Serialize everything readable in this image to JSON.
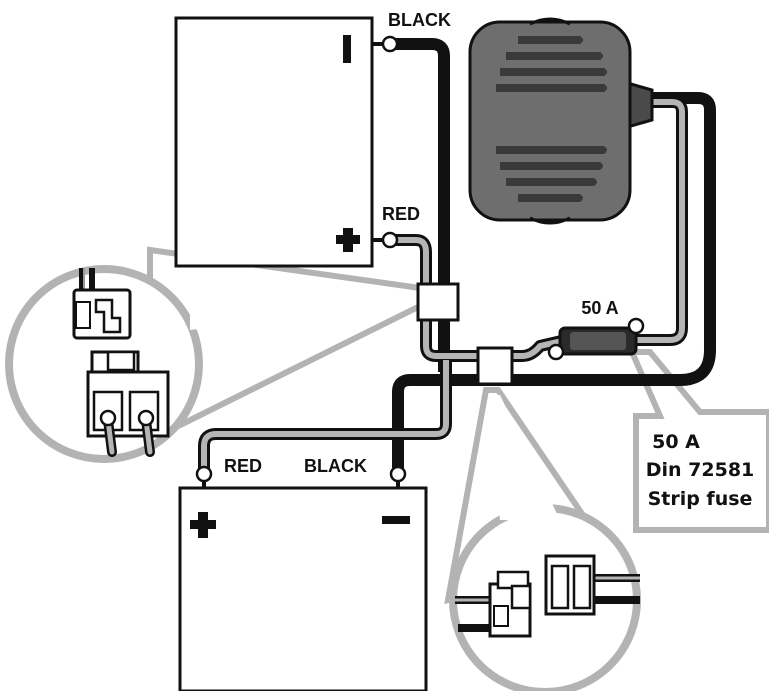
{
  "upper_battery": {
    "negative_label": "BLACK",
    "positive_label": "RED"
  },
  "lower_battery": {
    "positive_label": "RED",
    "negative_label": "BLACK"
  },
  "fuse": {
    "rating_label": "50 A"
  },
  "fuse_callout": {
    "line1": "50 A",
    "line2": "Din 72581",
    "line3": "Strip fuse"
  },
  "colors": {
    "black_wire": "#111111",
    "red_wire_outline": "#111111",
    "red_wire_fill": "#b5b5b5",
    "device_body": "#6e6e6e",
    "callout_gray": "#b3b3b3"
  }
}
